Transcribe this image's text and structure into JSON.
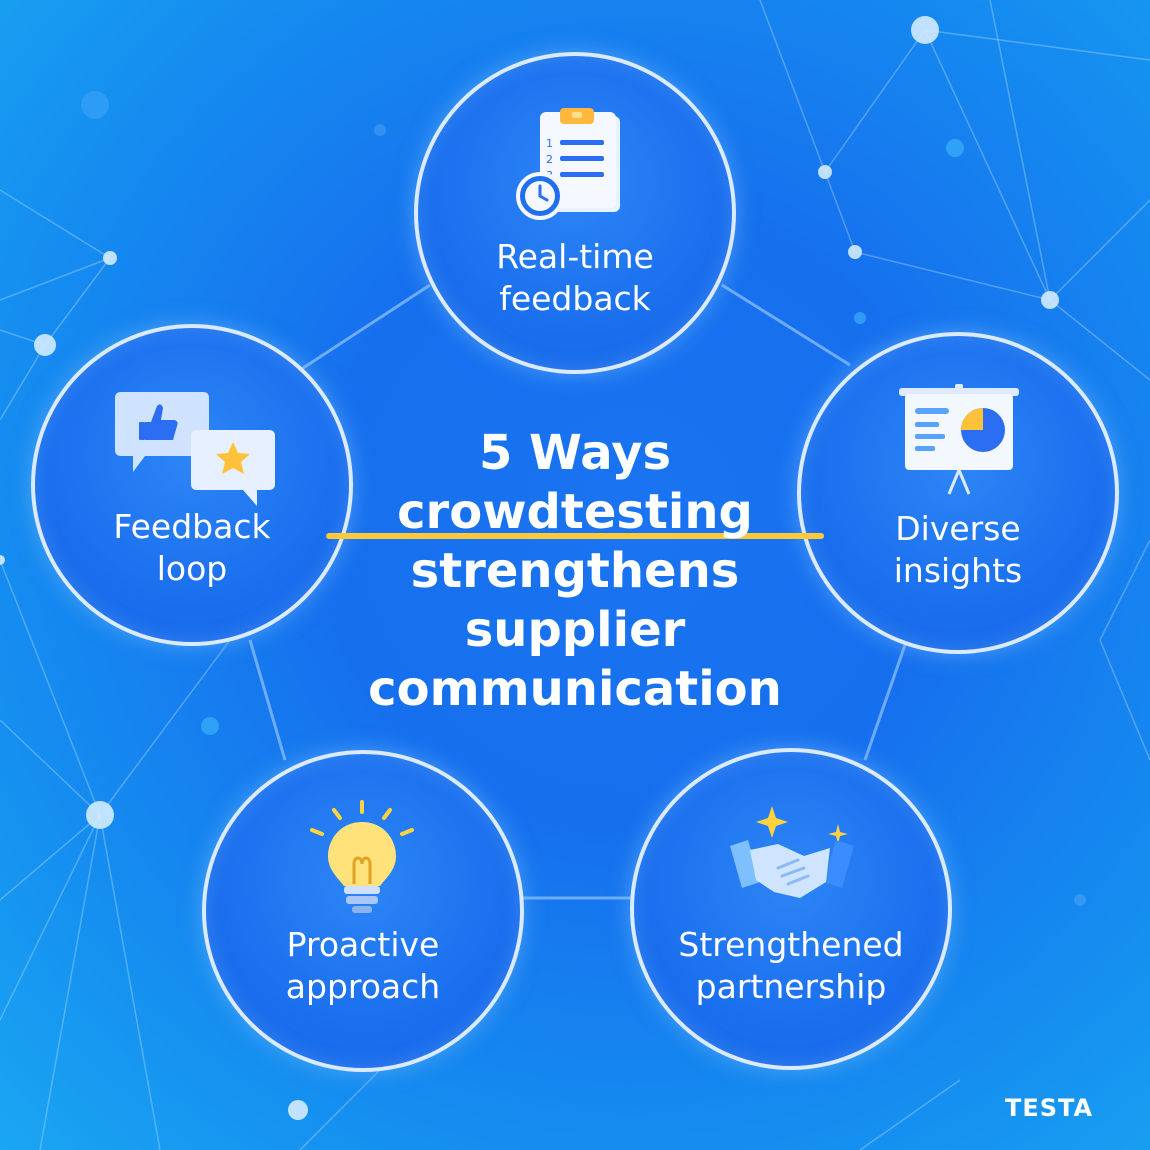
{
  "title": {
    "line1": "5 Ways",
    "highlight": "crowdtesting",
    "line3": "strengthens",
    "line4": "supplier",
    "line5": "communication"
  },
  "nodes": [
    {
      "label": "Real-time\nfeedback",
      "icon": "clipboard-clock-icon"
    },
    {
      "label": "Diverse\ninsights",
      "icon": "presentation-chart-icon"
    },
    {
      "label": "Strengthened\npartnership",
      "icon": "handshake-icon"
    },
    {
      "label": "Proactive\napproach",
      "icon": "lightbulb-icon"
    },
    {
      "label": "Feedback\nloop",
      "icon": "chat-bubbles-icon"
    }
  ],
  "colors": {
    "highlight": "#ffc93a",
    "background": "#1670ee",
    "ring": "#ebf5ff"
  },
  "logo": {
    "text": "TESTA"
  }
}
